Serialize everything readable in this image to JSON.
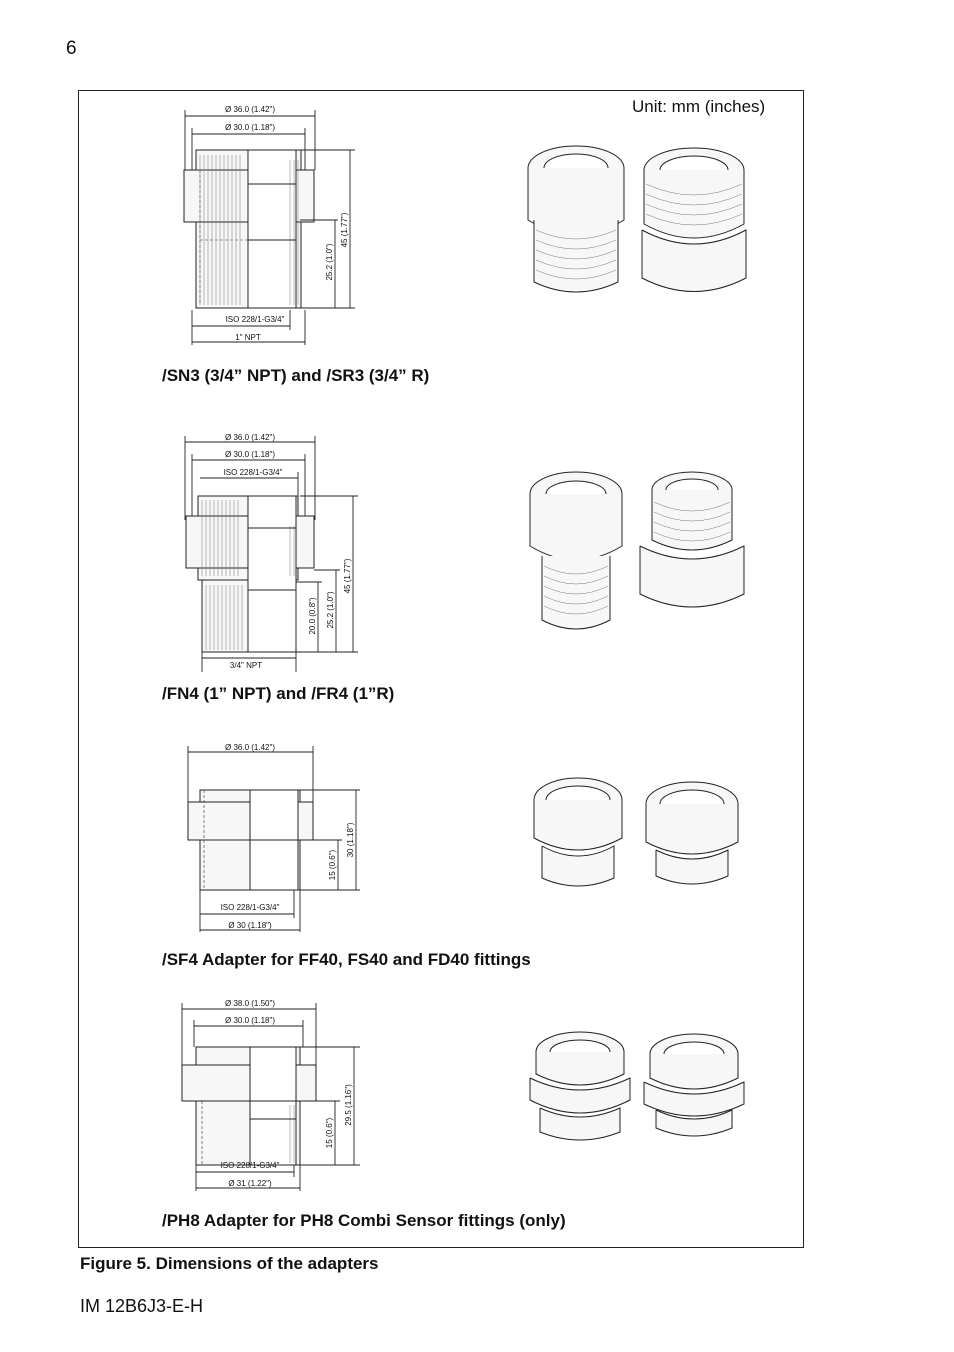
{
  "page_number": "6",
  "unit_label": "Unit: mm (inches)",
  "sections": [
    {
      "caption": "/SN3 (3/4” NPT) and /SR3 (3/4” R)",
      "dims": {
        "d1": "Ø 36.0 (1.42\")",
        "d2": "Ø 30.0 (1.18\")",
        "iso": "ISO 228/1-G3/4\"",
        "thread": "1\" NPT",
        "h1": "25.2 (1.0\")",
        "h2": "45 (1.77\")"
      }
    },
    {
      "caption": "/FN4 (1” NPT) and /FR4 (1”R)",
      "dims": {
        "d1": "Ø 36.0 (1.42\")",
        "d2": "Ø 30.0 (1.18\")",
        "iso": "ISO 228/1-G3/4\"",
        "thread": "3/4\" NPT",
        "h0": "20.0 (0.8\")",
        "h1": "25.2 (1.0\")",
        "h2": "45 (1.77\")"
      }
    },
    {
      "caption": "/SF4 Adapter for FF40, FS40 and FD40 fittings",
      "dims": {
        "d1": "Ø 36.0 (1.42\")",
        "iso": "ISO 228/1-G3/4\"",
        "d3": "Ø 30 (1.18\")",
        "h1": "15 (0.6\")",
        "h2": "30 (1.18\")"
      }
    },
    {
      "caption": "/PH8 Adapter for PH8 Combi Sensor fittings (only)",
      "dims": {
        "d1": "Ø 38.0 (1.50\")",
        "d2": "Ø 30.0 (1.18\")",
        "iso": "ISO 228/1-G3/4\"",
        "d3": "Ø 31 (1.22\")",
        "h1": "15 (0.6\")",
        "h2": "29.5 (1.16\")"
      }
    }
  ],
  "figure_title": "Figure 5. Dimensions of the adapters",
  "document_id": "IM 12B6J3-E-H"
}
